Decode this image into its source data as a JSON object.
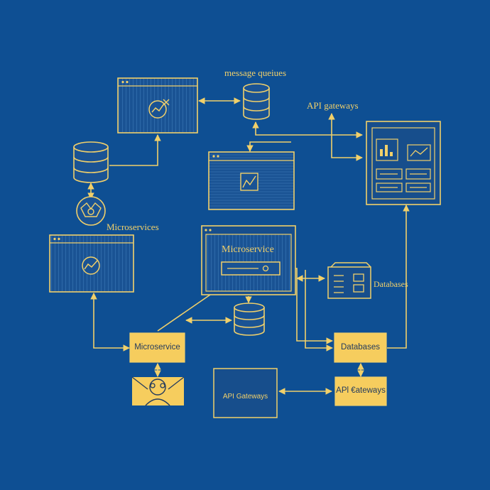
{
  "labels": {
    "message_queues": "message queiues",
    "api_gateways_top": "API gateways",
    "microservices_left": "Microservices",
    "microservice_center": "Microservice",
    "databases_right": "Databases",
    "microservice_box": "Microservice",
    "databases_box": "Databases",
    "api_gateways_box": "API Gateways",
    "api_gateways_box_right": "APl €ateways"
  },
  "colors": {
    "background": "#0e4f93",
    "line": "#f1d06a",
    "box_fill": "#f6cd5e",
    "box_text": "#233b5e",
    "panel_fill": "#174e8c"
  }
}
